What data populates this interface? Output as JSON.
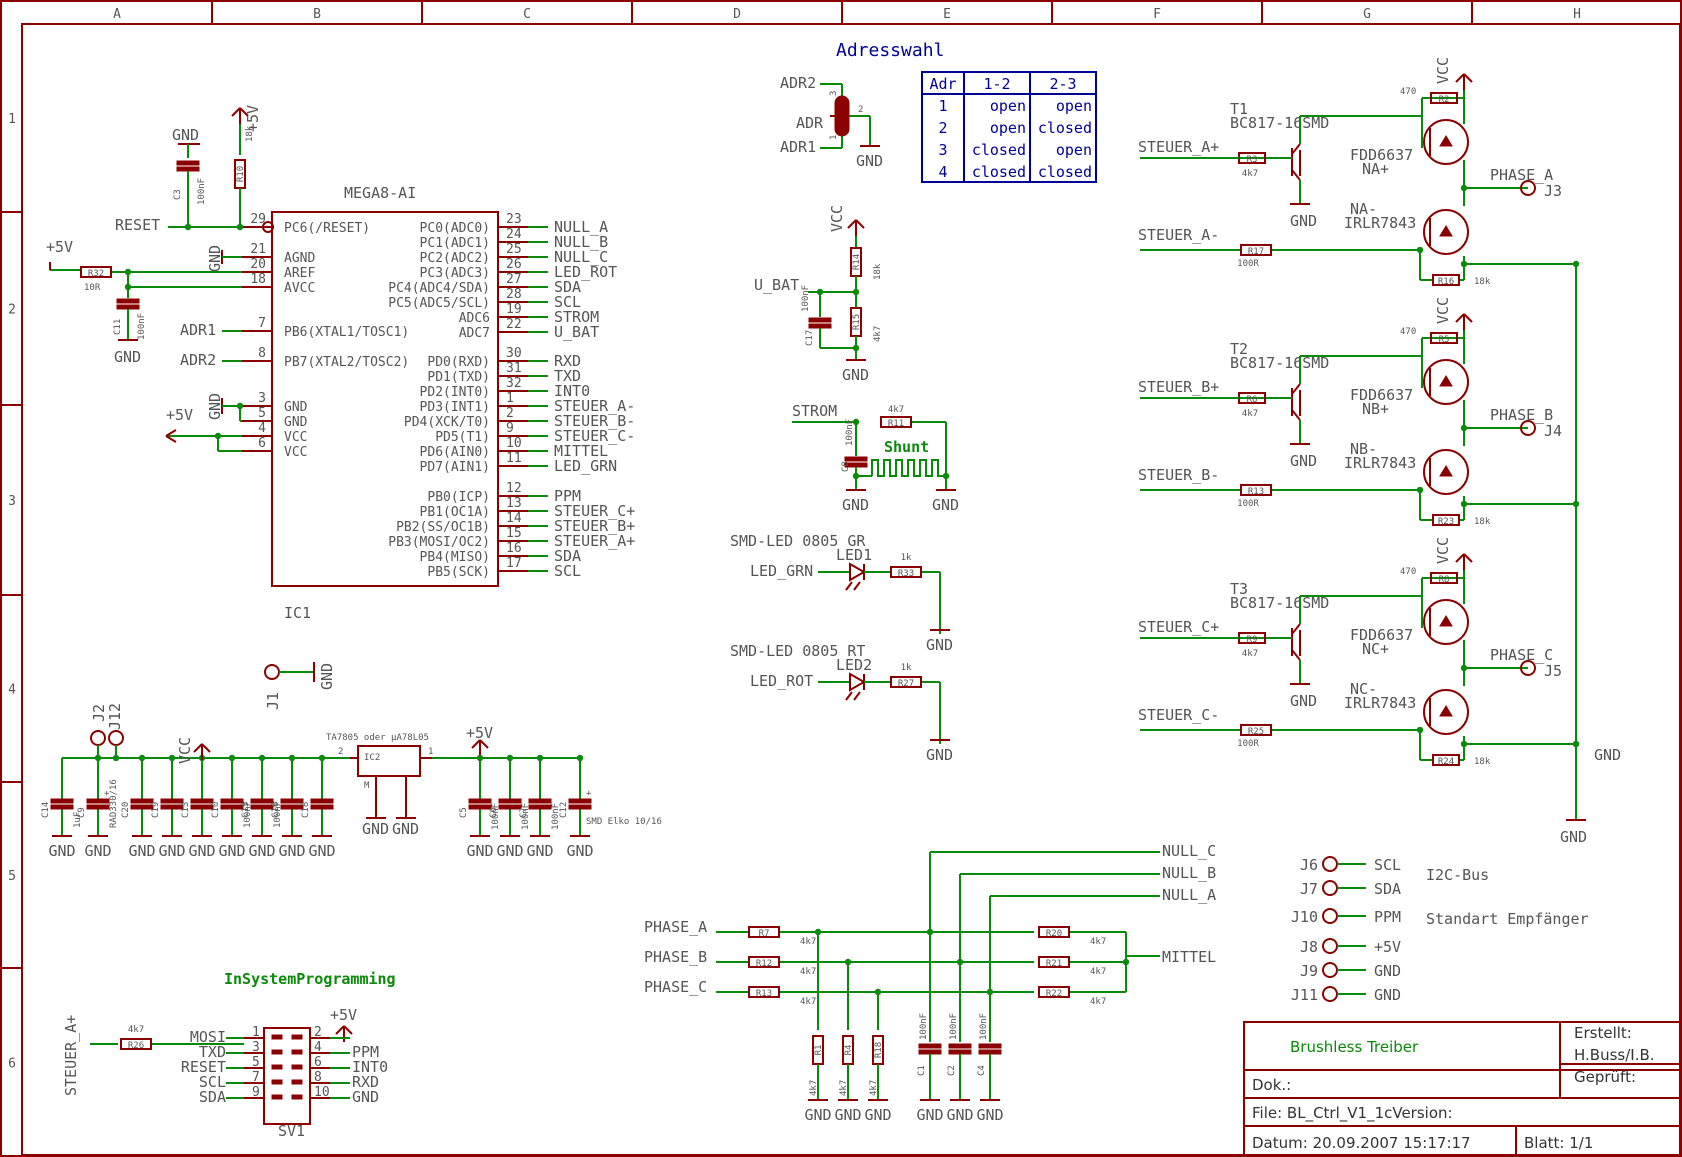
{
  "frame": {
    "columns": [
      "A",
      "B",
      "C",
      "D",
      "E",
      "F",
      "G",
      "H"
    ],
    "rows": [
      "1",
      "2",
      "3",
      "4",
      "5",
      "6"
    ]
  },
  "address_select": {
    "title": "Adresswahl",
    "headers": [
      "Adr",
      "1-2",
      "2-3"
    ],
    "rows": [
      [
        "1",
        "open",
        "open"
      ],
      [
        "2",
        "open",
        "closed"
      ],
      [
        "3",
        "closed",
        "open"
      ],
      [
        "4",
        "closed",
        "closed"
      ]
    ],
    "labels": {
      "adr2": "ADR2",
      "adr": "ADR",
      "adr1": "ADR1",
      "gnd": "GND",
      "p3": "3",
      "p2": "2",
      "p1": "1"
    }
  },
  "ic1": {
    "name": "MEGA8-AI",
    "ref": "IC1",
    "left_pins": [
      {
        "num": "29",
        "name": "PC6(/RESET)",
        "net": "RESET"
      },
      {
        "num": "21",
        "name": "AGND",
        "net": ""
      },
      {
        "num": "20",
        "name": "AREF",
        "net": ""
      },
      {
        "num": "18",
        "name": "AVCC",
        "net": ""
      },
      {
        "num": "7",
        "name": "PB6(XTAL1/TOSC1)",
        "net": "ADR1"
      },
      {
        "num": "8",
        "name": "PB7(XTAL2/TOSC2)",
        "net": "ADR2"
      },
      {
        "num": "3",
        "name": "GND",
        "net": ""
      },
      {
        "num": "5",
        "name": "GND",
        "net": ""
      },
      {
        "num": "4",
        "name": "VCC",
        "net": ""
      },
      {
        "num": "6",
        "name": "VCC",
        "net": ""
      }
    ],
    "right_pins": [
      {
        "num": "23",
        "name": "PC0(ADC0)",
        "net": "NULL_A"
      },
      {
        "num": "24",
        "name": "PC1(ADC1)",
        "net": "NULL_B"
      },
      {
        "num": "25",
        "name": "PC2(ADC2)",
        "net": "NULL_C"
      },
      {
        "num": "26",
        "name": "PC3(ADC3)",
        "net": "LED_ROT"
      },
      {
        "num": "27",
        "name": "PC4(ADC4/SDA)",
        "net": "SDA"
      },
      {
        "num": "28",
        "name": "PC5(ADC5/SCL)",
        "net": "SCL"
      },
      {
        "num": "19",
        "name": "ADC6",
        "net": "STROM"
      },
      {
        "num": "22",
        "name": "ADC7",
        "net": "U_BAT"
      },
      {
        "num": "30",
        "name": "PD0(RXD)",
        "net": "RXD"
      },
      {
        "num": "31",
        "name": "PD1(TXD)",
        "net": "TXD"
      },
      {
        "num": "32",
        "name": "PD2(INT0)",
        "net": "INT0"
      },
      {
        "num": "1",
        "name": "PD3(INT1)",
        "net": "STEUER_A-"
      },
      {
        "num": "2",
        "name": "PD4(XCK/T0)",
        "net": "STEUER_B-"
      },
      {
        "num": "9",
        "name": "PD5(T1)",
        "net": "STEUER_C-"
      },
      {
        "num": "10",
        "name": "PD6(AIN0)",
        "net": "MITTEL"
      },
      {
        "num": "11",
        "name": "PD7(AIN1)",
        "net": "LED_GRN"
      },
      {
        "num": "12",
        "name": "PB0(ICP)",
        "net": "PPM"
      },
      {
        "num": "13",
        "name": "PB1(OC1A)",
        "net": "STEUER_C+"
      },
      {
        "num": "14",
        "name": "PB2(SS/OC1B)",
        "net": "STEUER_B+"
      },
      {
        "num": "15",
        "name": "PB3(MOSI/OC2)",
        "net": "STEUER_A+"
      },
      {
        "num": "16",
        "name": "PB4(MISO)",
        "net": "SDA"
      },
      {
        "num": "17",
        "name": "PB5(SCK)",
        "net": "SCL"
      }
    ],
    "misc": {
      "gnd": "GND",
      "p5v": "+5V",
      "reset": "RESET",
      "r32": "R32",
      "r32v": "10R",
      "c11": "C11",
      "c11v": "100nF",
      "c3": "C3",
      "c3v": "100nF",
      "r10": "R10",
      "r10v": "18k",
      "adr1": "ADR1",
      "adr2": "ADR2",
      "vcc": "+5V"
    }
  },
  "power": {
    "j2": "J2",
    "j12": "J12",
    "vcc": "VCC",
    "ic2": "IC2",
    "ic2_desc": "TA7805 oder µA78L05",
    "m": "M",
    "p5v": "+5V",
    "pin2": "2",
    "pin1": "1",
    "gnd": "GND",
    "caps_left": [
      {
        "ref": "C14",
        "val": "1uF"
      },
      {
        "ref": "C9",
        "val": "RAD330/16"
      },
      {
        "ref": "C20",
        "val": ""
      },
      {
        "ref": "C19",
        "val": ""
      },
      {
        "ref": "C13",
        "val": ""
      },
      {
        "ref": "C10",
        "val": "100nF"
      },
      {
        "ref": "C15",
        "val": "100nF"
      },
      {
        "ref": "C16",
        "val": ""
      },
      {
        "ref": "C18",
        "val": ""
      }
    ],
    "caps_right": [
      {
        "ref": "C5",
        "val": "100nF"
      },
      {
        "ref": "C6",
        "val": "100nF"
      },
      {
        "ref": "C7",
        "val": "100nF"
      },
      {
        "ref": "C12",
        "val": "SMD Elko 10/16"
      }
    ],
    "j1": "J1"
  },
  "ubat": {
    "vcc": "VCC",
    "net": "U_BAT",
    "r14": "R14",
    "r14v": "18k",
    "r15": "R15",
    "r15v": "4k7",
    "c17": "C17",
    "c17v": "100nF",
    "gnd": "GND"
  },
  "strom": {
    "net": "STROM",
    "r11": "R11",
    "r11v": "4k7",
    "c8": "C8",
    "c8v": "100nF",
    "shunt": "Shunt",
    "gnd": "GND"
  },
  "leds": [
    {
      "title": "SMD-LED 0805 GR",
      "ref": "LED1",
      "net": "LED_GRN",
      "r": "R33",
      "rv": "1k",
      "gnd": "GND"
    },
    {
      "title": "SMD-LED 0805 RT",
      "ref": "LED2",
      "net": "LED_ROT",
      "r": "R27",
      "rv": "1k",
      "gnd": "GND"
    }
  ],
  "bridges": [
    {
      "phase": "A",
      "t": "T1",
      "tpart": "BC817-16SMD",
      "hi": "STEUER_A+",
      "lo": "STEUER_A-",
      "rb": "R3",
      "rbv": "4k7",
      "rp": "R2",
      "rpv": "470",
      "rl": "R17",
      "rlv": "100R",
      "rg": "R16",
      "rgv": "18k",
      "fet_hi": "FDD6637",
      "fet_hi_ref": "NA+",
      "fet_lo_ref": "NA-",
      "fet_lo": "IRLR7843",
      "out": "PHASE_A",
      "j": "J3"
    },
    {
      "phase": "B",
      "t": "T2",
      "tpart": "BC817-16SMD",
      "hi": "STEUER_B+",
      "lo": "STEUER_B-",
      "rb": "R6",
      "rbv": "4k7",
      "rp": "R5",
      "rpv": "470",
      "rl": "R13",
      "rlv": "100R",
      "rg": "R23",
      "rgv": "18k",
      "fet_hi": "FDD6637",
      "fet_hi_ref": "NB+",
      "fet_lo_ref": "NB-",
      "fet_lo": "IRLR7843",
      "out": "PHASE_B",
      "j": "J4"
    },
    {
      "phase": "C",
      "t": "T3",
      "tpart": "BC817-16SMD",
      "hi": "STEUER_C+",
      "lo": "STEUER_C-",
      "rb": "R9",
      "rbv": "4k7",
      "rp": "R8",
      "rpv": "470",
      "rl": "R25",
      "rlv": "100R",
      "rg": "R24",
      "rgv": "18k",
      "fet_hi": "FDD6637",
      "fet_hi_ref": "NC+",
      "fet_lo_ref": "NC-",
      "fet_lo": "IRLR7843",
      "out": "PHASE_C",
      "j": "J5"
    }
  ],
  "bridge_common": {
    "vcc": "VCC",
    "gnd": "GND"
  },
  "zero_cross": {
    "inputs": [
      {
        "net": "PHASE_A",
        "r": "R7",
        "rv": "4k7"
      },
      {
        "net": "PHASE_B",
        "r": "R12",
        "rv": "4k7"
      },
      {
        "net": "PHASE_C",
        "r": "R13",
        "rv": "4k7"
      }
    ],
    "mittel": [
      {
        "r": "R20",
        "rv": "4k7"
      },
      {
        "r": "R21",
        "rv": "4k7"
      },
      {
        "r": "R22",
        "rv": "4k7"
      }
    ],
    "outputs": [
      "NULL_C",
      "NULL_B",
      "NULL_A"
    ],
    "mittel_net": "MITTEL",
    "pulldowns": [
      {
        "r": "R1",
        "rv": "4k7"
      },
      {
        "r": "R4",
        "rv": "4k7"
      },
      {
        "r": "R18",
        "rv": "4k7"
      }
    ],
    "caps": [
      {
        "c": "C1",
        "cv": "100nF"
      },
      {
        "c": "C2",
        "cv": "100nF"
      },
      {
        "c": "C4",
        "cv": "100nF"
      }
    ],
    "gnd": "GND"
  },
  "connectors": [
    {
      "j": "J6",
      "net": "SCL"
    },
    {
      "j": "J7",
      "net": "SDA"
    },
    {
      "j": "J10",
      "net": "PPM"
    },
    {
      "j": "J8",
      "net": "+5V"
    },
    {
      "j": "J9",
      "net": "GND"
    },
    {
      "j": "J11",
      "net": "GND"
    }
  ],
  "connector_notes": {
    "i2c": "I2C-Bus",
    "rx": "Standart Empfänger"
  },
  "isp": {
    "title": "InSystemProgramming",
    "ref": "SV1",
    "steuer": "STEUER_A+",
    "r26": "R26",
    "r26v": "4k7",
    "p5v": "+5V",
    "left": [
      {
        "num": "1",
        "net": "MOSI"
      },
      {
        "num": "3",
        "net": "TXD"
      },
      {
        "num": "5",
        "net": "RESET"
      },
      {
        "num": "7",
        "net": "SCL"
      },
      {
        "num": "9",
        "net": "SDA"
      }
    ],
    "right": [
      {
        "num": "2",
        "net": ""
      },
      {
        "num": "4",
        "net": "PPM"
      },
      {
        "num": "6",
        "net": "INT0"
      },
      {
        "num": "8",
        "net": "RXD"
      },
      {
        "num": "10",
        "net": "GND"
      }
    ]
  },
  "titleblock": {
    "name": "Brushless Treiber",
    "erstellt_label": "Erstellt:",
    "erstellt": "H.Buss/I.B.",
    "geprueft_label": "Geprüft:",
    "dok": "Dok.:",
    "file": "File: BL_Ctrl_V1_1cVersion:",
    "datum": "Datum: 20.09.2007 15:17:17",
    "blatt": "Blatt: 1/1"
  }
}
